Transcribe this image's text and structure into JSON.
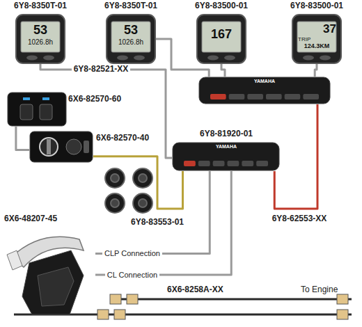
{
  "diagram": {
    "nodes": [
      {
        "text": [
          "6Y8-8350T-01",
          "53",
          "1026.8h"
        ]
      },
      {
        "text": [
          "6Y8-8350T-01",
          "53",
          "1026.8h"
        ]
      },
      {
        "text": [
          "6Y8-83500-01",
          "167"
        ]
      },
      {
        "text": [
          "6Y8-83500-01",
          "37",
          "TRIP",
          "124.3KM"
        ]
      },
      {
        "text": [
          "YAMAHA"
        ]
      },
      {
        "text": [
          "6X6-82570-60"
        ]
      },
      {
        "text": [
          "6X6-82570-40"
        ]
      },
      {
        "text": [
          "6Y8-81920-01",
          "YAMAHA"
        ]
      },
      {
        "text": [
          "6X6-48207-45"
        ]
      }
    ],
    "edges": [
      {
        "from": 0,
        "to": 7,
        "arrow": "none",
        "label": "6Y8-82521-XX"
      },
      {
        "from": 1,
        "to": 4,
        "arrow": "none"
      },
      {
        "from": 2,
        "to": 4,
        "arrow": "none"
      },
      {
        "from": 3,
        "to": 4,
        "arrow": "none"
      },
      {
        "from": 4,
        "to": 7,
        "arrow": "none",
        "label": "6Y8-62553-XX"
      },
      {
        "from": 5,
        "to": 6,
        "arrow": "none"
      },
      {
        "from": 6,
        "to": 7,
        "arrow": "none",
        "label": "6Y8-83553-01"
      },
      {
        "from": 8,
        "to": 7,
        "arrow": "none",
        "label": "CLP Connection"
      },
      {
        "from": 8,
        "to": 7,
        "arrow": "none",
        "label": "CL Connection"
      }
    ],
    "labels": [
      "6X6-8258A-XX",
      "To Engine"
    ]
  }
}
